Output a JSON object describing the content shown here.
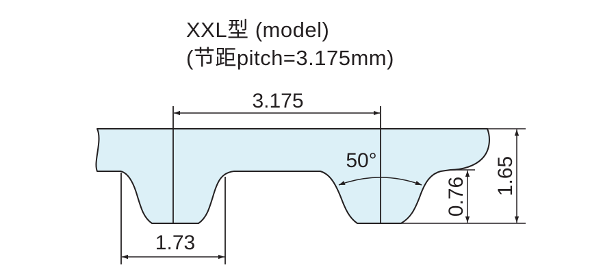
{
  "title": {
    "line1": "XXL型 (model)",
    "line2": "(节距pitch=3.175mm)"
  },
  "dimensions": {
    "pitch": "3.175",
    "tooth_width": "1.73",
    "angle": "50°",
    "tooth_height": "0.76",
    "belt_height": "1.65"
  },
  "colors": {
    "belt_fill": "#dcf0f7",
    "line": "#231f20",
    "background": "#ffffff"
  }
}
